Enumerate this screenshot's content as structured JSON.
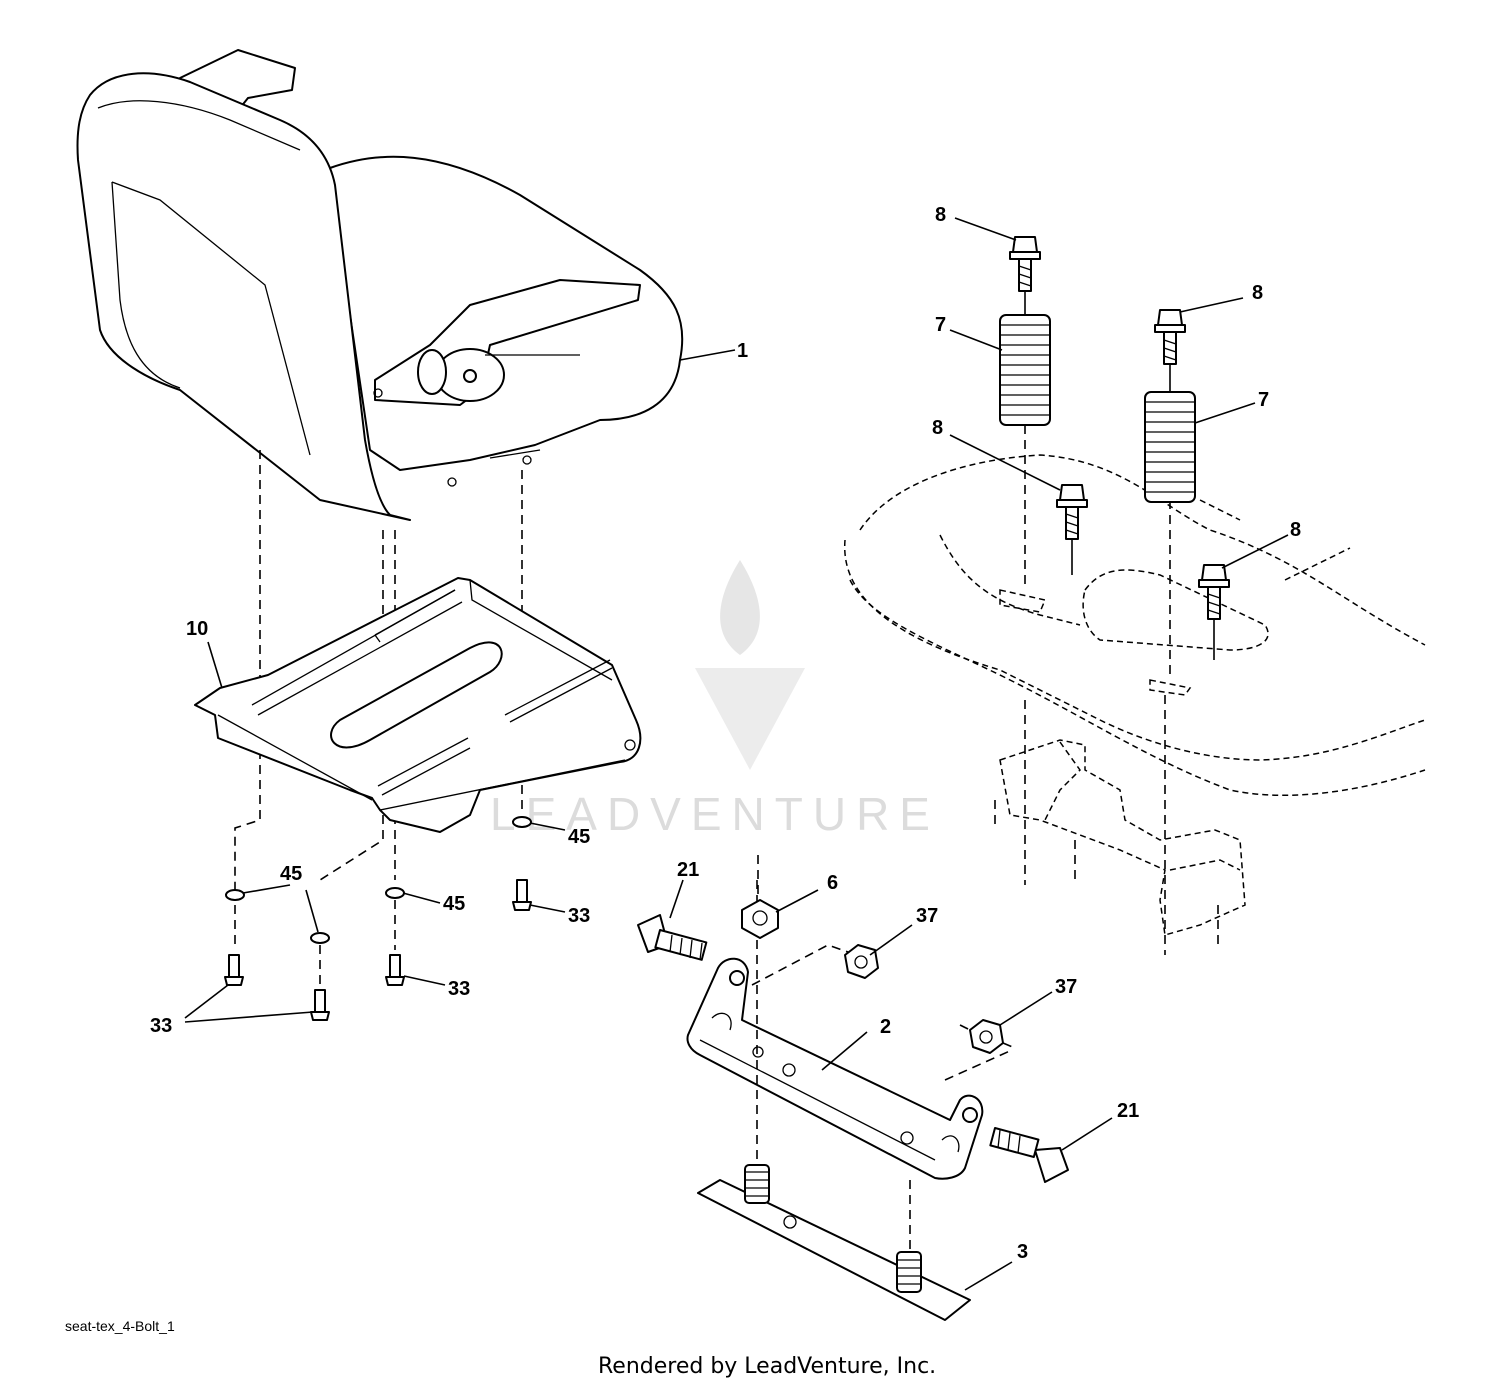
{
  "diagram": {
    "watermark_text": "LEADVENTURE",
    "caption": "seat-tex_4-Bolt_1",
    "footer": "Rendered by LeadVenture, Inc.",
    "callouts": {
      "c1": "1",
      "c2": "2",
      "c3": "3",
      "c6": "6",
      "c7a": "7",
      "c7b": "7",
      "c8a": "8",
      "c8b": "8",
      "c8c": "8",
      "c8d": "8",
      "c10": "10",
      "c21a": "21",
      "c21b": "21",
      "c33a": "33",
      "c33b": "33",
      "c33c": "33",
      "c37a": "37",
      "c37b": "37",
      "c45a": "45",
      "c45b": "45",
      "c45c": "45"
    }
  }
}
